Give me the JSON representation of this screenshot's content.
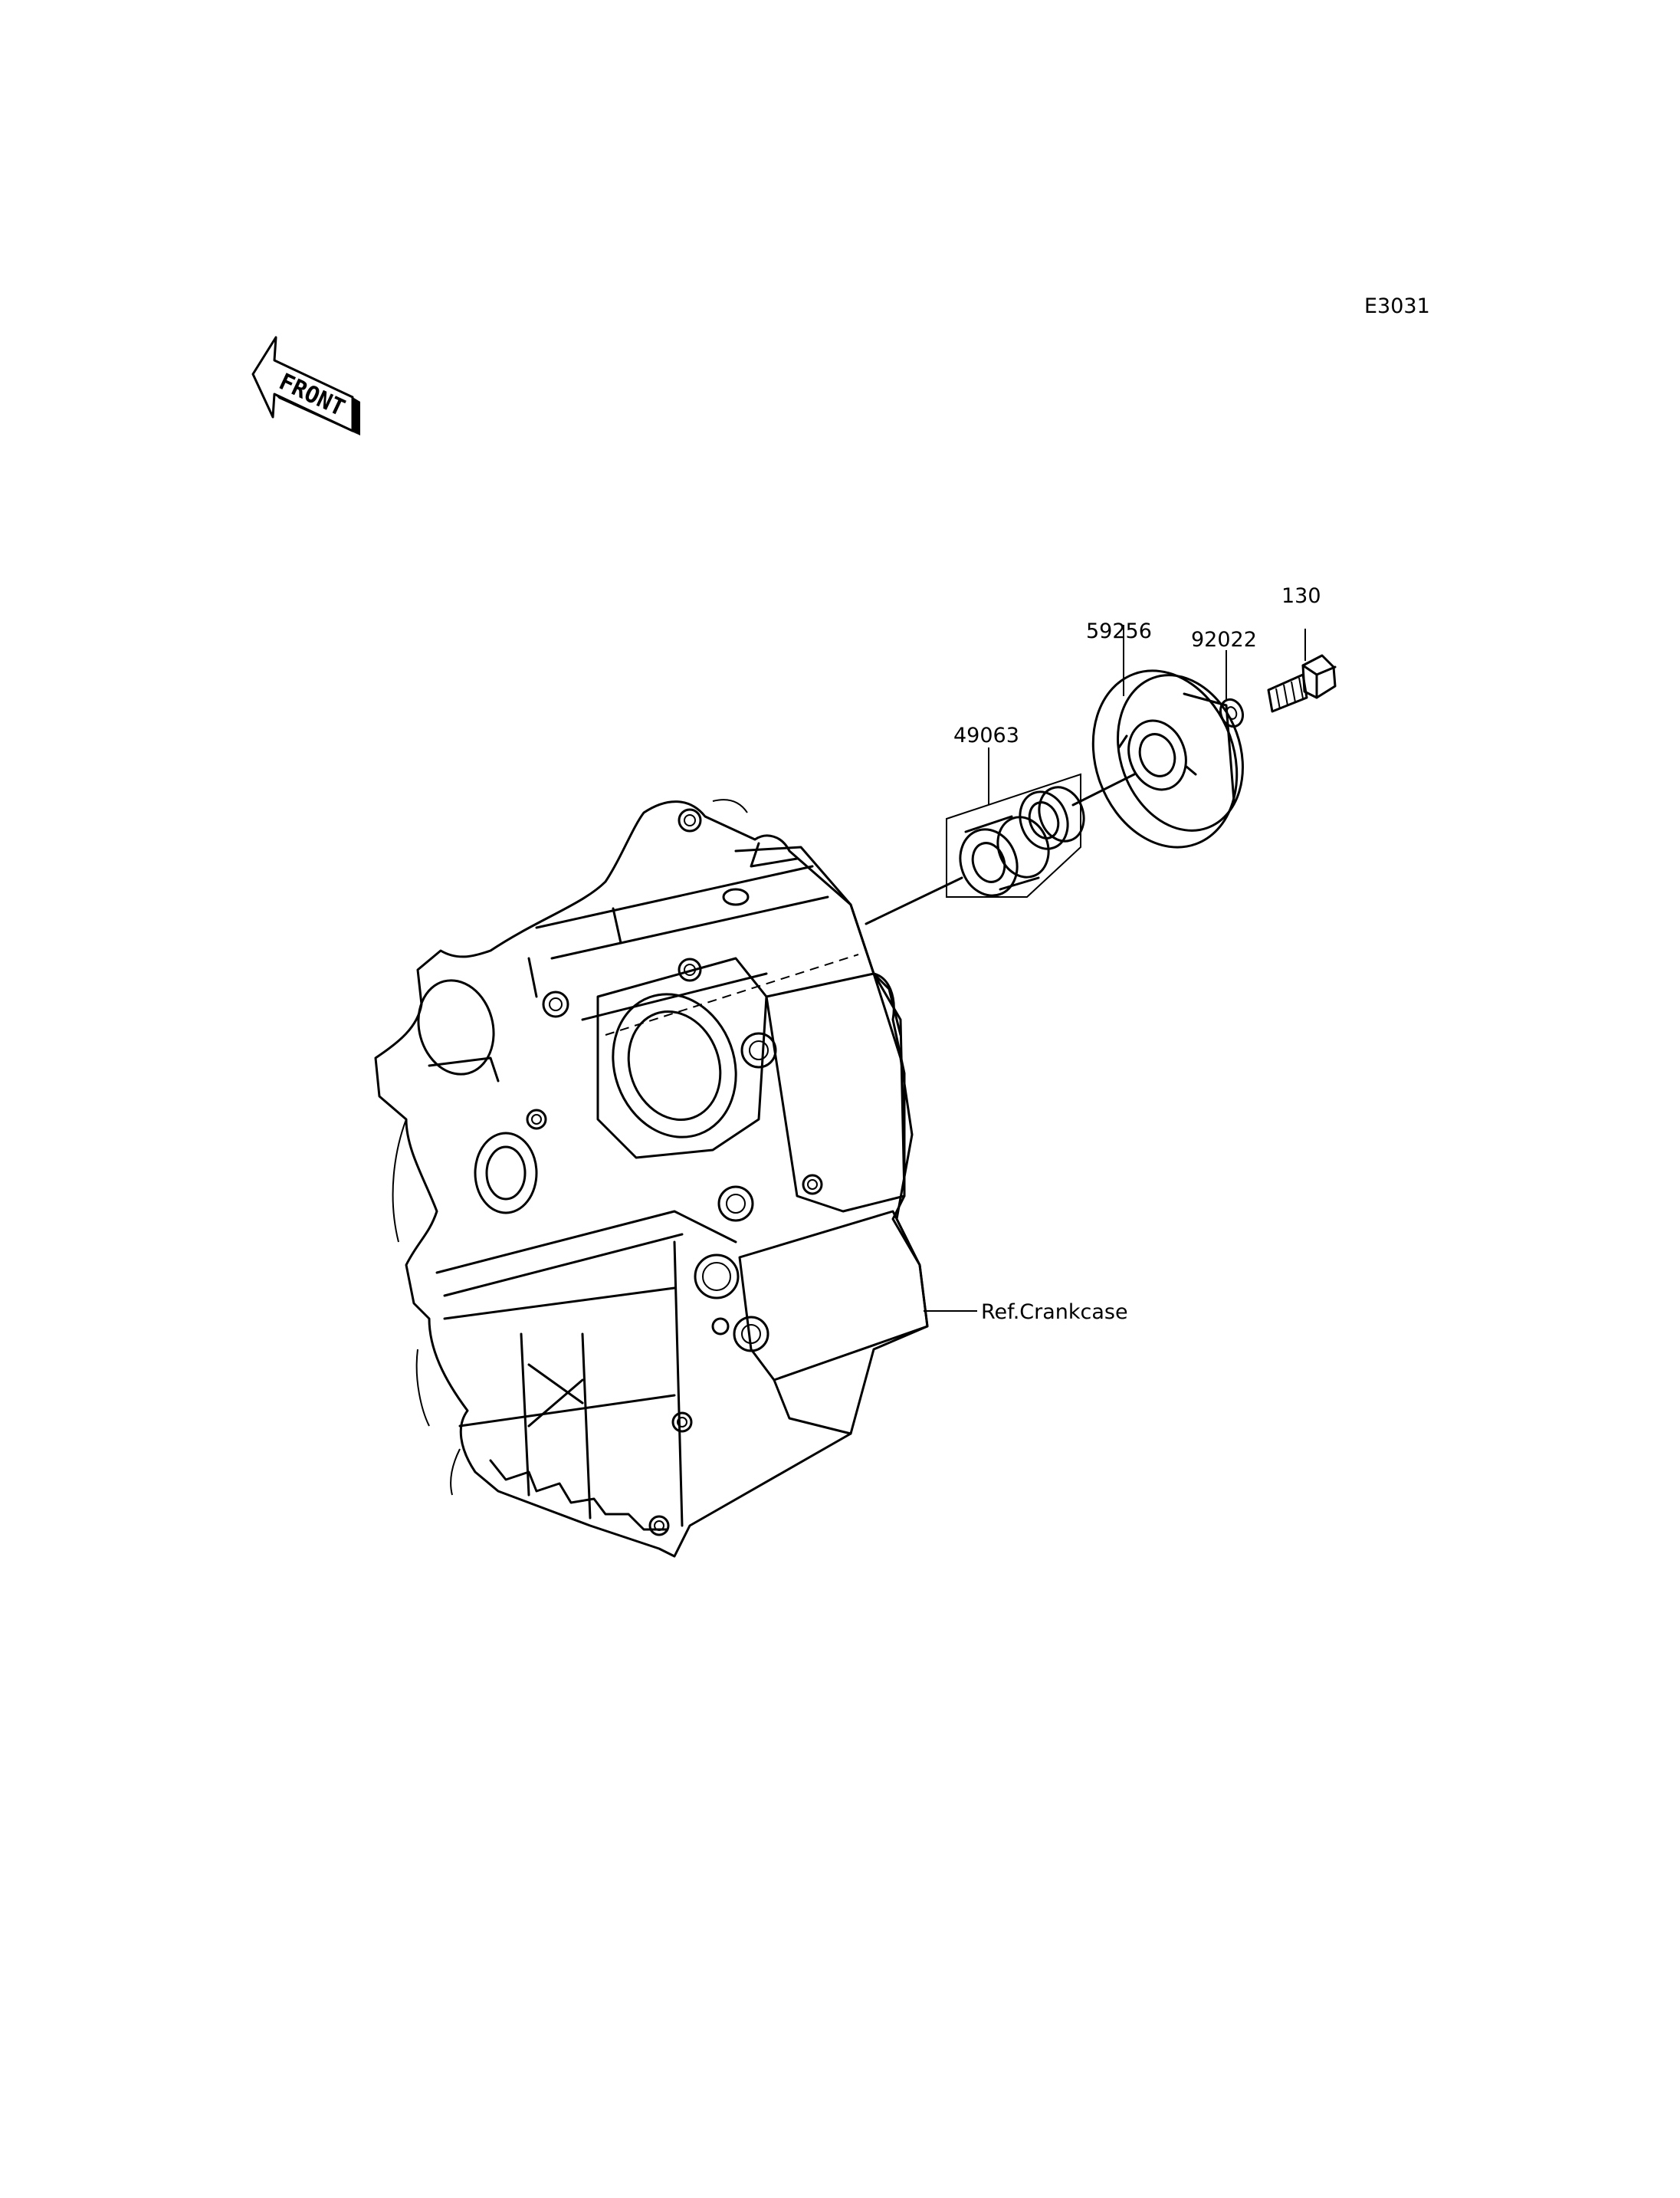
{
  "diagram_code": "E3031",
  "front_marker": "FRONT",
  "parts": [
    {
      "id": "p-130",
      "number": "130"
    },
    {
      "id": "p-92022",
      "number": "92022"
    },
    {
      "id": "p-59256",
      "number": "59256"
    },
    {
      "id": "p-49063",
      "number": "49063"
    }
  ],
  "reference": "Ref.Crankcase"
}
